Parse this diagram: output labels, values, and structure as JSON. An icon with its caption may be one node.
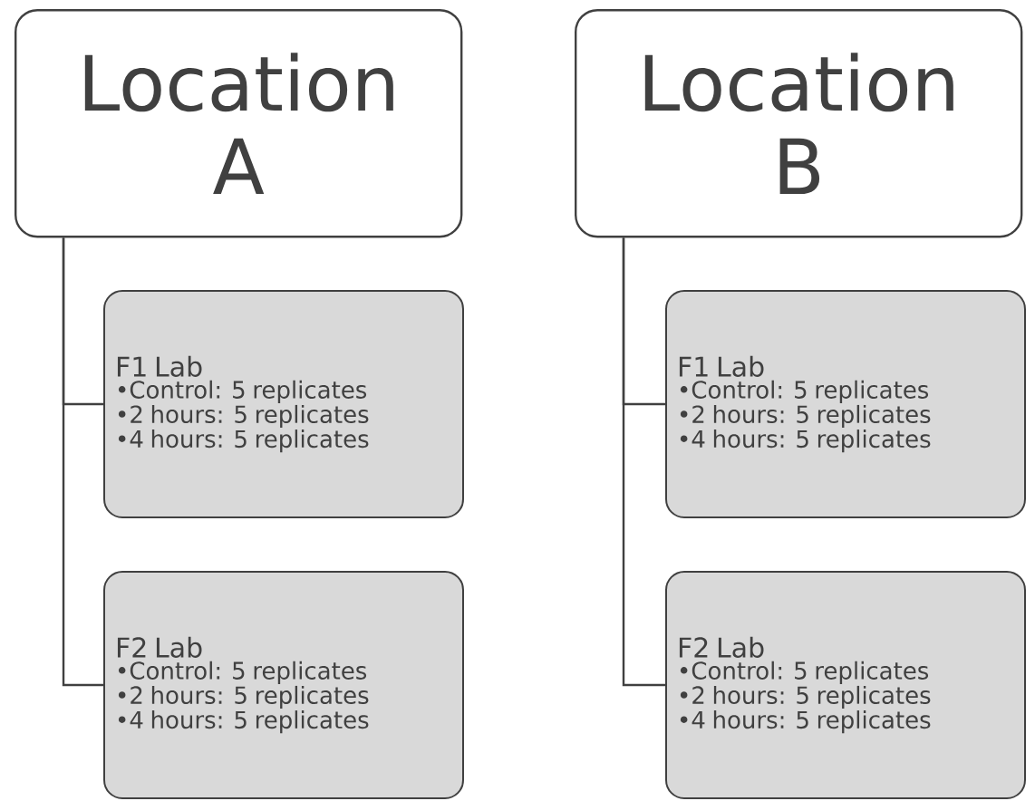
{
  "diagram": {
    "nodes": [
      {
        "text": [
          "Location A"
        ]
      },
      {
        "text": [
          "F1 Lab",
          "•Control: 5 replicates",
          "•2 hours: 5 replicates",
          "•4 hours: 5 replicates"
        ]
      },
      {
        "text": [
          "F2 Lab",
          "•Control: 5 replicates",
          "•2 hours: 5 replicates",
          "•4 hours: 5 replicates"
        ]
      },
      {
        "text": [
          "Location B"
        ]
      },
      {
        "text": [
          "F1 Lab",
          "•Control: 5 replicates",
          "•2 hours: 5 replicates",
          "•4 hours: 5 replicates"
        ]
      },
      {
        "text": [
          "F2 Lab",
          "•Control: 5 replicates",
          "•2 hours: 5 replicates",
          "•4 hours: 5 replicates"
        ]
      }
    ],
    "edges": [
      {
        "from": 0,
        "to": 1,
        "arrow": "none"
      },
      {
        "from": 0,
        "to": 2,
        "arrow": "none"
      },
      {
        "from": 3,
        "to": 4,
        "arrow": "none"
      },
      {
        "from": 3,
        "to": 5,
        "arrow": "none"
      }
    ]
  }
}
